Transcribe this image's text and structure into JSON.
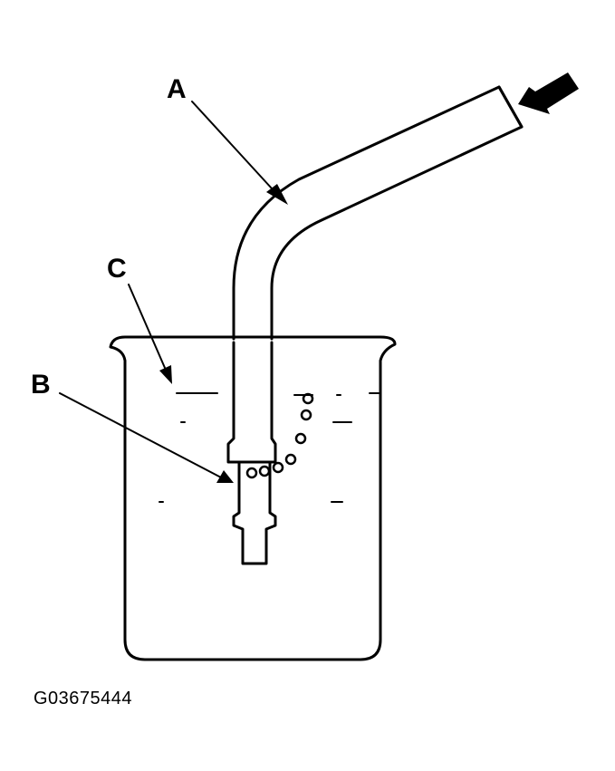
{
  "labels": {
    "a": "A",
    "b": "B",
    "c": "C"
  },
  "figure_id": "G03675444",
  "colors": {
    "ink": "#000000",
    "paper": "#ffffff"
  }
}
